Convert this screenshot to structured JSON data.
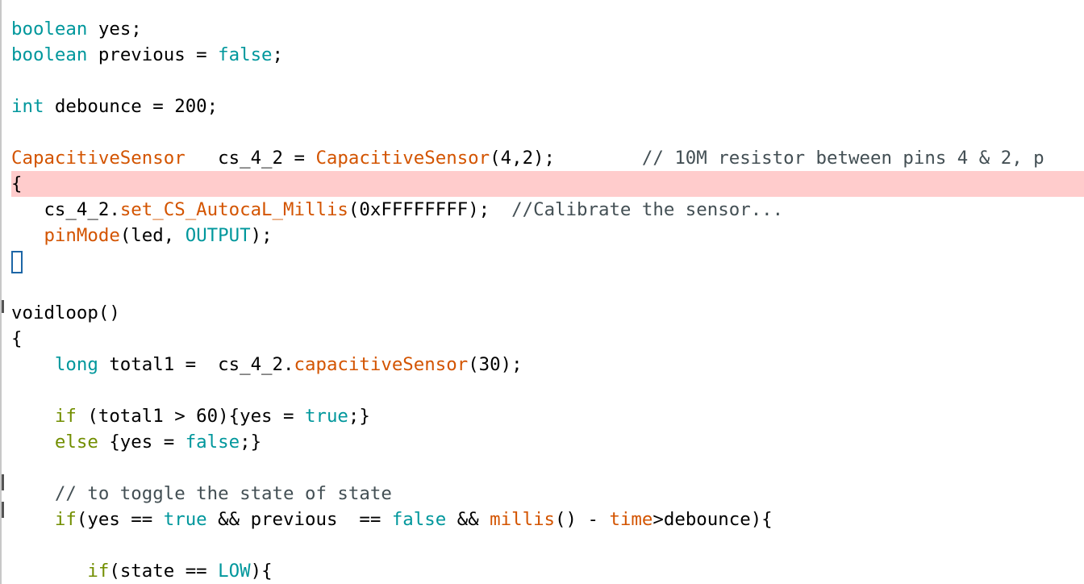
{
  "colors": {
    "keyword": "#00979c",
    "function": "#d35400",
    "control": "#728e00",
    "comment": "#434f54",
    "highlight": "#ffcccc",
    "caret": "#1d66a6"
  },
  "editor": {
    "highlighted_line": 6,
    "caret_line": 9,
    "lines": [
      [
        [
          "kw",
          "boolean"
        ],
        [
          "t",
          " yes;"
        ]
      ],
      [
        [
          "kw",
          "boolean"
        ],
        [
          "t",
          " previous = "
        ],
        [
          "kw",
          "false"
        ],
        [
          "t",
          ";"
        ]
      ],
      [],
      [
        [
          "kw",
          "int"
        ],
        [
          "t",
          " debounce = 200;"
        ]
      ],
      [],
      [
        [
          "fn",
          "CapacitiveSensor"
        ],
        [
          "t",
          "   cs_4_2 = "
        ],
        [
          "fn",
          "CapacitiveSensor"
        ],
        [
          "t",
          "(4,2);        "
        ],
        [
          "cm",
          "// 10M resistor between pins 4 & 2, p"
        ]
      ],
      [
        [
          "t",
          "{"
        ]
      ],
      [
        [
          "t",
          "   cs_4_2."
        ],
        [
          "fn",
          "set_CS_AutocaL_Millis"
        ],
        [
          "t",
          "(0xFFFFFFFF);  "
        ],
        [
          "cm",
          "//Calibrate the sensor..."
        ]
      ],
      [
        [
          "t",
          "   "
        ],
        [
          "fn",
          "pinMode"
        ],
        [
          "t",
          "(led, "
        ],
        [
          "kw",
          "OUTPUT"
        ],
        [
          "t",
          ");"
        ]
      ],
      [],
      [],
      [
        [
          "t",
          "voidloop()"
        ]
      ],
      [
        [
          "t",
          "{"
        ]
      ],
      [
        [
          "t",
          "    "
        ],
        [
          "kw",
          "long"
        ],
        [
          "t",
          " total1 =  cs_4_2."
        ],
        [
          "fn",
          "capacitiveSensor"
        ],
        [
          "t",
          "(30);"
        ]
      ],
      [],
      [
        [
          "t",
          "    "
        ],
        [
          "ctl",
          "if"
        ],
        [
          "t",
          " (total1 > 60){yes = "
        ],
        [
          "kw",
          "true"
        ],
        [
          "t",
          ";}"
        ]
      ],
      [
        [
          "t",
          "    "
        ],
        [
          "ctl",
          "else"
        ],
        [
          "t",
          " {yes = "
        ],
        [
          "kw",
          "false"
        ],
        [
          "t",
          ";}"
        ]
      ],
      [],
      [
        [
          "t",
          "    "
        ],
        [
          "cm",
          "// to toggle the state of state"
        ]
      ],
      [
        [
          "t",
          "    "
        ],
        [
          "ctl",
          "if"
        ],
        [
          "t",
          "(yes == "
        ],
        [
          "kw",
          "true"
        ],
        [
          "t",
          " && previous  == "
        ],
        [
          "kw",
          "false"
        ],
        [
          "t",
          " && "
        ],
        [
          "fn",
          "millis"
        ],
        [
          "t",
          "() - "
        ],
        [
          "fn",
          "time"
        ],
        [
          "t",
          ">debounce){"
        ]
      ],
      [],
      [
        [
          "t",
          "       "
        ],
        [
          "ctl",
          "if"
        ],
        [
          "t",
          "(state == "
        ],
        [
          "kw",
          "LOW"
        ],
        [
          "t",
          "){"
        ]
      ]
    ]
  }
}
